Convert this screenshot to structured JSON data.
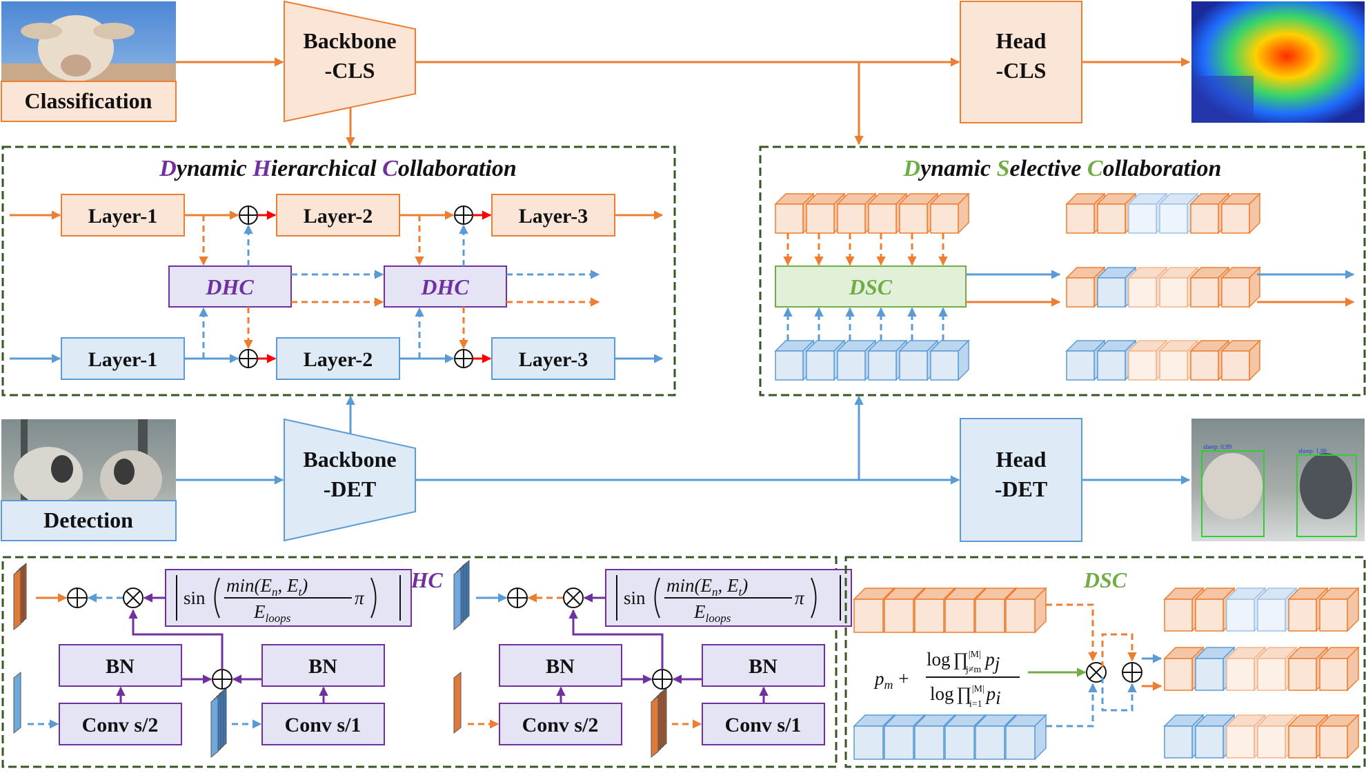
{
  "inputs": {
    "classification_label": "Classification",
    "detection_label": "Detection"
  },
  "blocks": {
    "backbone_cls": [
      "Backbone",
      "-CLS"
    ],
    "backbone_det": [
      "Backbone",
      "-DET"
    ],
    "head_cls": [
      "Head",
      "-CLS"
    ],
    "head_det": [
      "Head",
      "-DET"
    ]
  },
  "dhc_panel": {
    "title": [
      "D",
      "ynamic ",
      "H",
      "ierarchical ",
      "C",
      "ollaboration"
    ],
    "layers": [
      "Layer-1",
      "Layer-2",
      "Layer-3"
    ],
    "module": "DHC"
  },
  "dsc_panel": {
    "title": [
      "D",
      "ynamic ",
      "S",
      "elective ",
      "C",
      "ollaboration"
    ],
    "module": "DSC"
  },
  "detail_dhc": {
    "label": "DHC",
    "bn": "BN",
    "conv_s2": "Conv s/2",
    "conv_s1": "Conv s/1",
    "formula": {
      "sin": "sin",
      "numerator": "min(E",
      "n": "n",
      "comma": ", E",
      "t": "t",
      "close": ")",
      "denominator": "E",
      "loops": "loops",
      "pi": "π"
    }
  },
  "detail_dsc": {
    "label": "DSC",
    "formula": {
      "p": "p",
      "m": "m",
      "plus": "+",
      "log": "log",
      "prod": "∏",
      "sup": "|M|",
      "sub_top": "j≠m",
      "sub_bot": "i=1",
      "pj": "p",
      "j": "j",
      "pi": "p",
      "i": "i"
    }
  },
  "detections": [
    "sheep: 0.99",
    "sheep: 1.00"
  ],
  "colors": {
    "orange": "#ED7D31",
    "orange_fill": "#FBE5D6",
    "blue": "#5B9BD5",
    "blue_fill": "#DEEBF7",
    "purple": "#7030A0",
    "purple_fill": "#E4E4F4",
    "green": "#70AD47",
    "green_fill": "#E2F0D9",
    "panel_border": "#375623",
    "red": "#FF0000"
  }
}
